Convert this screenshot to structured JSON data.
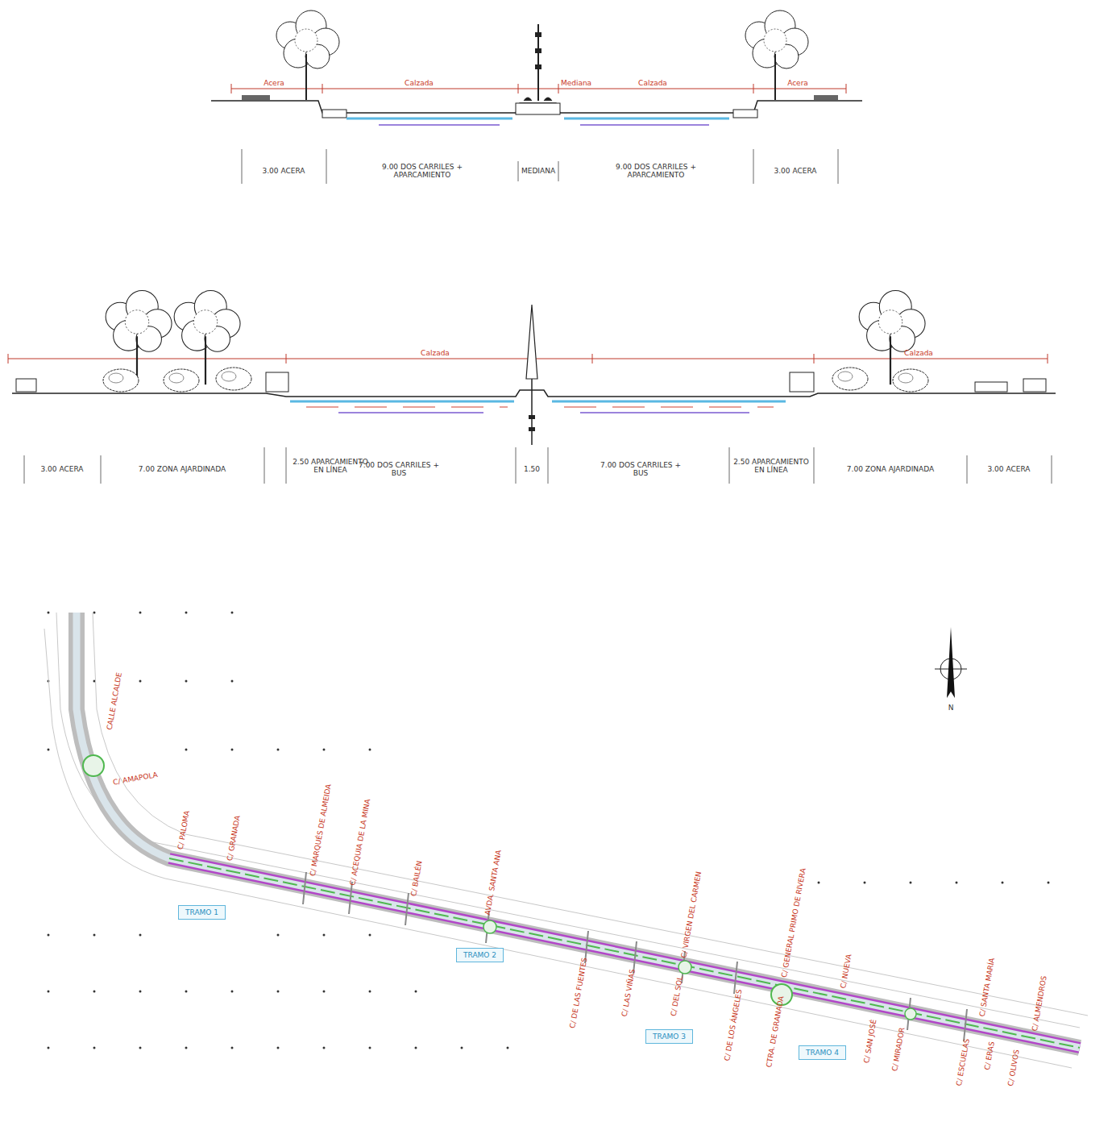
{
  "diagram": {
    "nodes": [
      {
        "text": [
          "TRAMO 1"
        ]
      },
      {
        "text": [
          "TRAMO 2"
        ]
      },
      {
        "text": [
          "TRAMO 3"
        ]
      },
      {
        "text": [
          "TRAMO 4"
        ]
      }
    ],
    "labels": [
      "Acera",
      "Calzada",
      "Mediana",
      "Calzada",
      "Acera",
      "3.00 ACERA",
      "9.00 DOS CARRILES + APARCAMIENTO",
      "MEDIANA",
      "9.00 DOS CARRILES + APARCAMIENTO",
      "3.00 ACERA",
      "Calzada",
      "Calzada",
      "3.00 ACERA",
      "7.00 ZONA AJARDINADA",
      "2.50 APARCAMIENTO EN LÍNEA",
      "7.00 DOS CARRILES + BUS",
      "1.50",
      "7.00 DOS CARRILES + BUS",
      "2.50 APARCAMIENTO EN LÍNEA",
      "7.00 ZONA AJARDINADA",
      "3.00 ACERA",
      "N",
      "CALLE ALCALDE",
      "C/ AMAPOLA",
      "C/ PALOMA",
      "C/ GRANADA",
      "C/ MARQUÉS DE ALMEIDA",
      "C/ ACEQUIA DE LA MINA",
      "C/ BAILÉN",
      "AVDA. SANTA ANA",
      "C/ DE LAS FUENTES",
      "C/ LAS VIÑAS",
      "C/ DEL SOL",
      "C/ VIRGEN DEL CARMEN",
      "C/ DE LOS ÁNGELES",
      "C/ GENERAL PRIMO DE RIVERA",
      "CTRA. DE GRANADA",
      "C/ NUEVA",
      "C/ SAN JOSÉ",
      "C/ MIRADOR",
      "C/ SANTA MARÍA",
      "C/ ALMENDROS",
      "C/ ESCUELAS",
      "C/ ERAS",
      "C/ OLIVOS"
    ]
  }
}
